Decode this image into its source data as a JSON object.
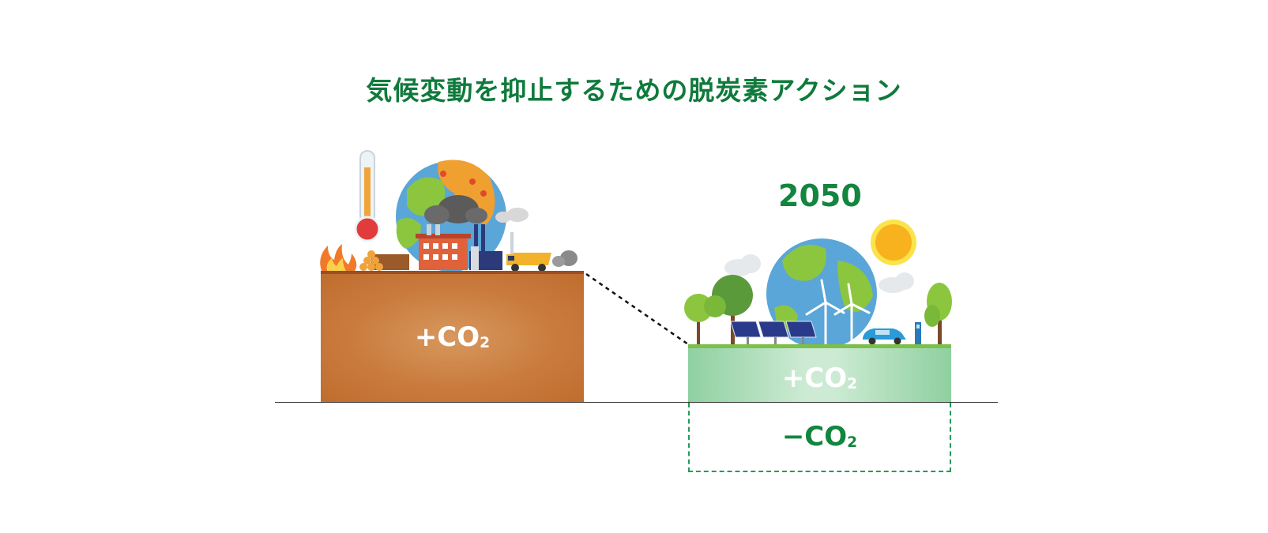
{
  "title": "気候変動を抑止するための脱炭素アクション",
  "year_label": "2050",
  "left_block": {
    "label_prefix": "+CO",
    "label_sub": "2",
    "color": "#c97b3d"
  },
  "right_block": {
    "positive_label_prefix": "+CO",
    "positive_label_sub": "2",
    "negative_label_prefix": "−CO",
    "negative_label_sub": "2",
    "color": "#8fd0a0"
  },
  "colors": {
    "title": "#0f7a3c",
    "accent_green": "#12853f",
    "dashed": "#1f9e55"
  },
  "icons": [
    "thermometer-icon",
    "fire-icon",
    "logs-icon",
    "earth-polluted-icon",
    "factory-icon",
    "smoke-icon",
    "dump-truck-icon",
    "earth-clean-icon",
    "sun-icon",
    "cloud-icon",
    "tree-icon",
    "solar-panel-icon",
    "wind-turbine-icon",
    "electric-car-icon",
    "charger-icon"
  ]
}
